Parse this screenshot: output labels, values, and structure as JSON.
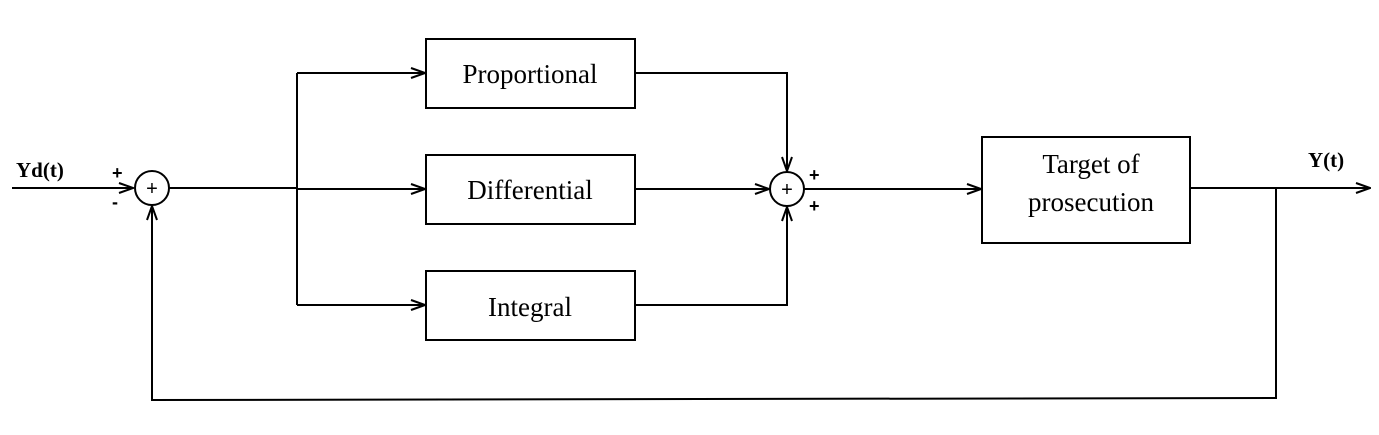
{
  "input_signal": "Yd(t)",
  "output_signal": "Y(t)",
  "blocks": {
    "proportional": "Proportional",
    "differential": "Differential",
    "integral": "Integral",
    "plant_line1": "Target of",
    "plant_line2": "prosecution"
  },
  "summing_junctions": {
    "error": {
      "symbol": "+",
      "sign_reference": "+",
      "sign_feedback": "-"
    },
    "controller": {
      "symbol": "+",
      "sign_top": "+",
      "sign_bottom": "+"
    }
  }
}
